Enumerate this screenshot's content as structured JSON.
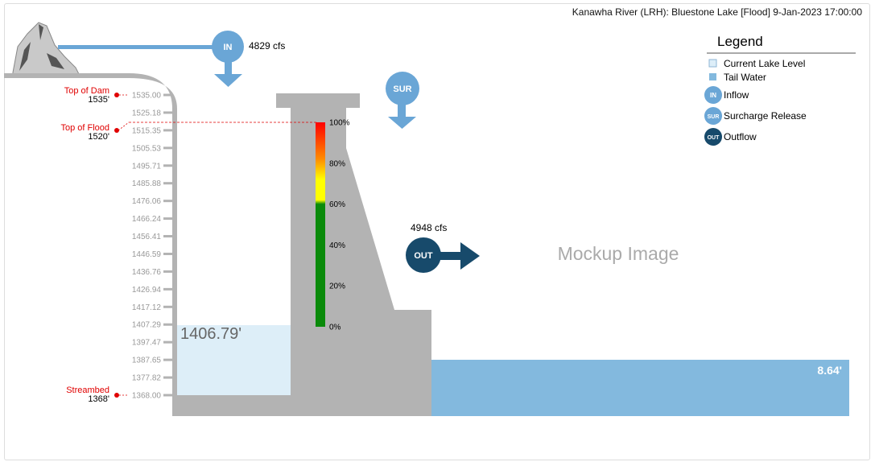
{
  "header": {
    "title": "Kanawha River (LRH): Bluestone Lake [Flood] 9-Jan-2023 17:00:00"
  },
  "inflow": {
    "badge": "IN",
    "value": "4829 cfs"
  },
  "surcharge": {
    "badge": "SUR"
  },
  "outflow": {
    "badge": "OUT",
    "value": "4948 cfs"
  },
  "markers": {
    "top_of_dam": {
      "label": "Top of Dam",
      "elev": "1535'"
    },
    "top_of_flood": {
      "label": "Top of Flood",
      "elev": "1520'"
    },
    "streambed": {
      "label": "Streambed",
      "elev": "1368'"
    }
  },
  "scale_ticks": [
    "1535.00",
    "1525.18",
    "1515.35",
    "1505.53",
    "1495.71",
    "1485.88",
    "1476.06",
    "1466.24",
    "1456.41",
    "1446.59",
    "1436.76",
    "1426.94",
    "1417.12",
    "1407.29",
    "1397.47",
    "1387.65",
    "1377.82",
    "1368.00"
  ],
  "lake": {
    "level_label": "1406.79'",
    "level_value": 1406.79,
    "fill_color": "#ddeef8"
  },
  "tailwater": {
    "label": "8.64'",
    "color": "#83b9de"
  },
  "gauge": {
    "labels": [
      "100%",
      "80%",
      "60%",
      "40%",
      "20%",
      "0%"
    ]
  },
  "legend": {
    "title": "Legend",
    "items": [
      {
        "icon": "lake-level-swatch",
        "label": "Current Lake Level"
      },
      {
        "icon": "tail-water-swatch",
        "label": "Tail Water"
      },
      {
        "icon": "in-badge-icon",
        "badge": "IN",
        "label": "Inflow"
      },
      {
        "icon": "sur-badge-icon",
        "badge": "SUR",
        "label": "Surcharge Release"
      },
      {
        "icon": "out-badge-icon",
        "badge": "OUT",
        "label": "Outflow"
      }
    ]
  },
  "watermark": "Mockup Image",
  "colors": {
    "inflow_blue": "#6aa6d6",
    "outflow_navy": "#174a6b",
    "dam_gray": "#b3b3b3",
    "marker_red": "#e00000"
  }
}
